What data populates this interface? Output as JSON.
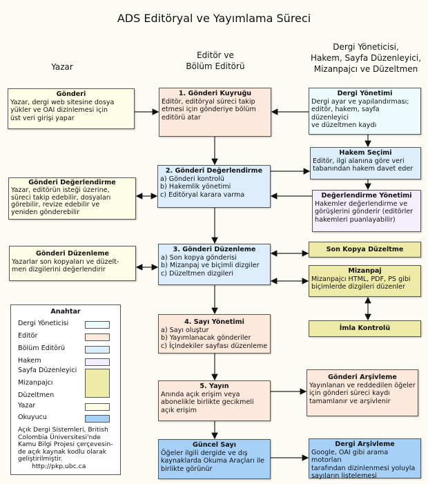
{
  "title": "ADS Editöryal ve Yayımlama Süreci",
  "columns": {
    "author": "Yazar",
    "editor": [
      "Editör ve",
      "Bölüm Editörü"
    ],
    "manager": [
      "Dergi Yöneticisi,",
      "Hakem, Sayfa Düzenleyici,",
      "Mizanpajcı ve Düzeltmen"
    ]
  },
  "boxes": {
    "submission": {
      "title": "Gönderi",
      "lines": [
        "Yazar, dergi web sitesine dosya",
        "yükler ve OAI dizinlemesi için",
        "üst veri girişi yapar"
      ]
    },
    "queue": {
      "title": "1. Gönderi Kuyruğu",
      "lines": [
        "Editör, editöryal süreci takip",
        "etmesi için gönderiye bölüm",
        "editörü atar"
      ]
    },
    "journal_mgmt": {
      "title": "Dergi Yönetimi",
      "lines": [
        "Dergi ayar ve yapılandırması;",
        "editör, hakem, sayfa düzenleyici",
        "ve düzeltmen kaydı"
      ]
    },
    "reviewer_sel": {
      "title": "Hakem Seçimi",
      "lines": [
        "Editör, ilgi alanına göre veri",
        "tabanından hakem davet eder"
      ]
    },
    "review": {
      "title": "2. Gönderi Değerlendirme",
      "lines": [
        "a) Gönderi kontrolü",
        "b) Hakemlik yönetimi",
        "c) Editöryal karara varma"
      ]
    },
    "author_review": {
      "title": "Gönderi Değerlendirme",
      "lines": [
        "Yazar, editörün isteği üzerine,",
        "süreci takip edebilir, dosyaları",
        "görebilir, revize edebilir ve",
        "yeniden gönderebilir"
      ]
    },
    "review_mgmt": {
      "title": "Değerlendirme Yönetimi",
      "lines": [
        "Hakemler değerlendirme ve",
        "görüşlerini gönderir (editörler",
        "hakemleri puanlayabilir)"
      ]
    },
    "editing": {
      "title": "3. Gönderi Düzenleme",
      "lines": [
        "a) Son kopya gönderisi",
        "b) Mizanpaj ve biçimli dizgiler",
        "c) Düzeltmen dizgileri"
      ]
    },
    "author_editing": {
      "title": "Gönderi Düzenleme",
      "lines": [
        "Yazarlar son kopyaları ve düzelt-",
        "men dizgilerini değerlendirir"
      ]
    },
    "copyedit": {
      "title": "Son Kopya Düzeltme"
    },
    "layout": {
      "title": "Mizanpaj",
      "lines": [
        "Mizanpajcı HTML, PDF, PS gibi",
        "biçimlerde dizgileri düzenler"
      ]
    },
    "proof": {
      "title": "İmla Kontrolü"
    },
    "issue": {
      "title": "4. Sayı Yönetimi",
      "lines": [
        "a) Sayı oluştur",
        "b) Yayımlanacak gönderiler",
        "c) İçindekiler sayfası düzenleme"
      ]
    },
    "publish": {
      "title": "5. Yayın",
      "lines": [
        "Anında açık erişim veya",
        "abonelikle birlikte gecikmeli",
        "açık erişim"
      ]
    },
    "archive_sub": {
      "title": "Gönderi Arşivleme",
      "lines": [
        "Yayınlanan ve reddedilen öğeler",
        "için gönderi süreci kaydı",
        "tamamlanır ve arşivlenir"
      ]
    },
    "current": {
      "title": "Güncel Sayı",
      "lines": [
        "Öğeler ilgili dergide ve dış",
        "kaynaklarda Okuma Araçları ile",
        "birlikte görünür"
      ]
    },
    "archive_journal": {
      "title": "Dergi Arşivleme",
      "lines": [
        "Google, OAI gibi arama motorları",
        "tarafından dizinlenmesi yoluyla",
        "sayıların listelemesi"
      ]
    }
  },
  "legend": {
    "title": "Anahtar",
    "items": [
      "Dergi Yöneticisi",
      "Editör",
      "Bölüm Editörü",
      "Hakem",
      "Sayfa Düzenleyici",
      "Mizanpajcı",
      "Düzeltmen",
      "Yazar",
      "Okuyucu"
    ],
    "colors": {
      "manager": "#eefbfd",
      "editor": "#fde9dc",
      "section_editor": "#dcedfb",
      "reviewer": "#f4eefc",
      "layout": "#eeeba8",
      "author": "#fefde6",
      "reader": "#a6d0f7"
    },
    "footer": [
      "Açık Dergi Sistemleri, British",
      "Colombia Üniversitesi'nde",
      "Kamu Bilgi Projesi çerçevesin-",
      "de açık kaynak kodlu olarak",
      "geliştirilmiştir.",
      "http://pkp.ubc.ca"
    ]
  }
}
